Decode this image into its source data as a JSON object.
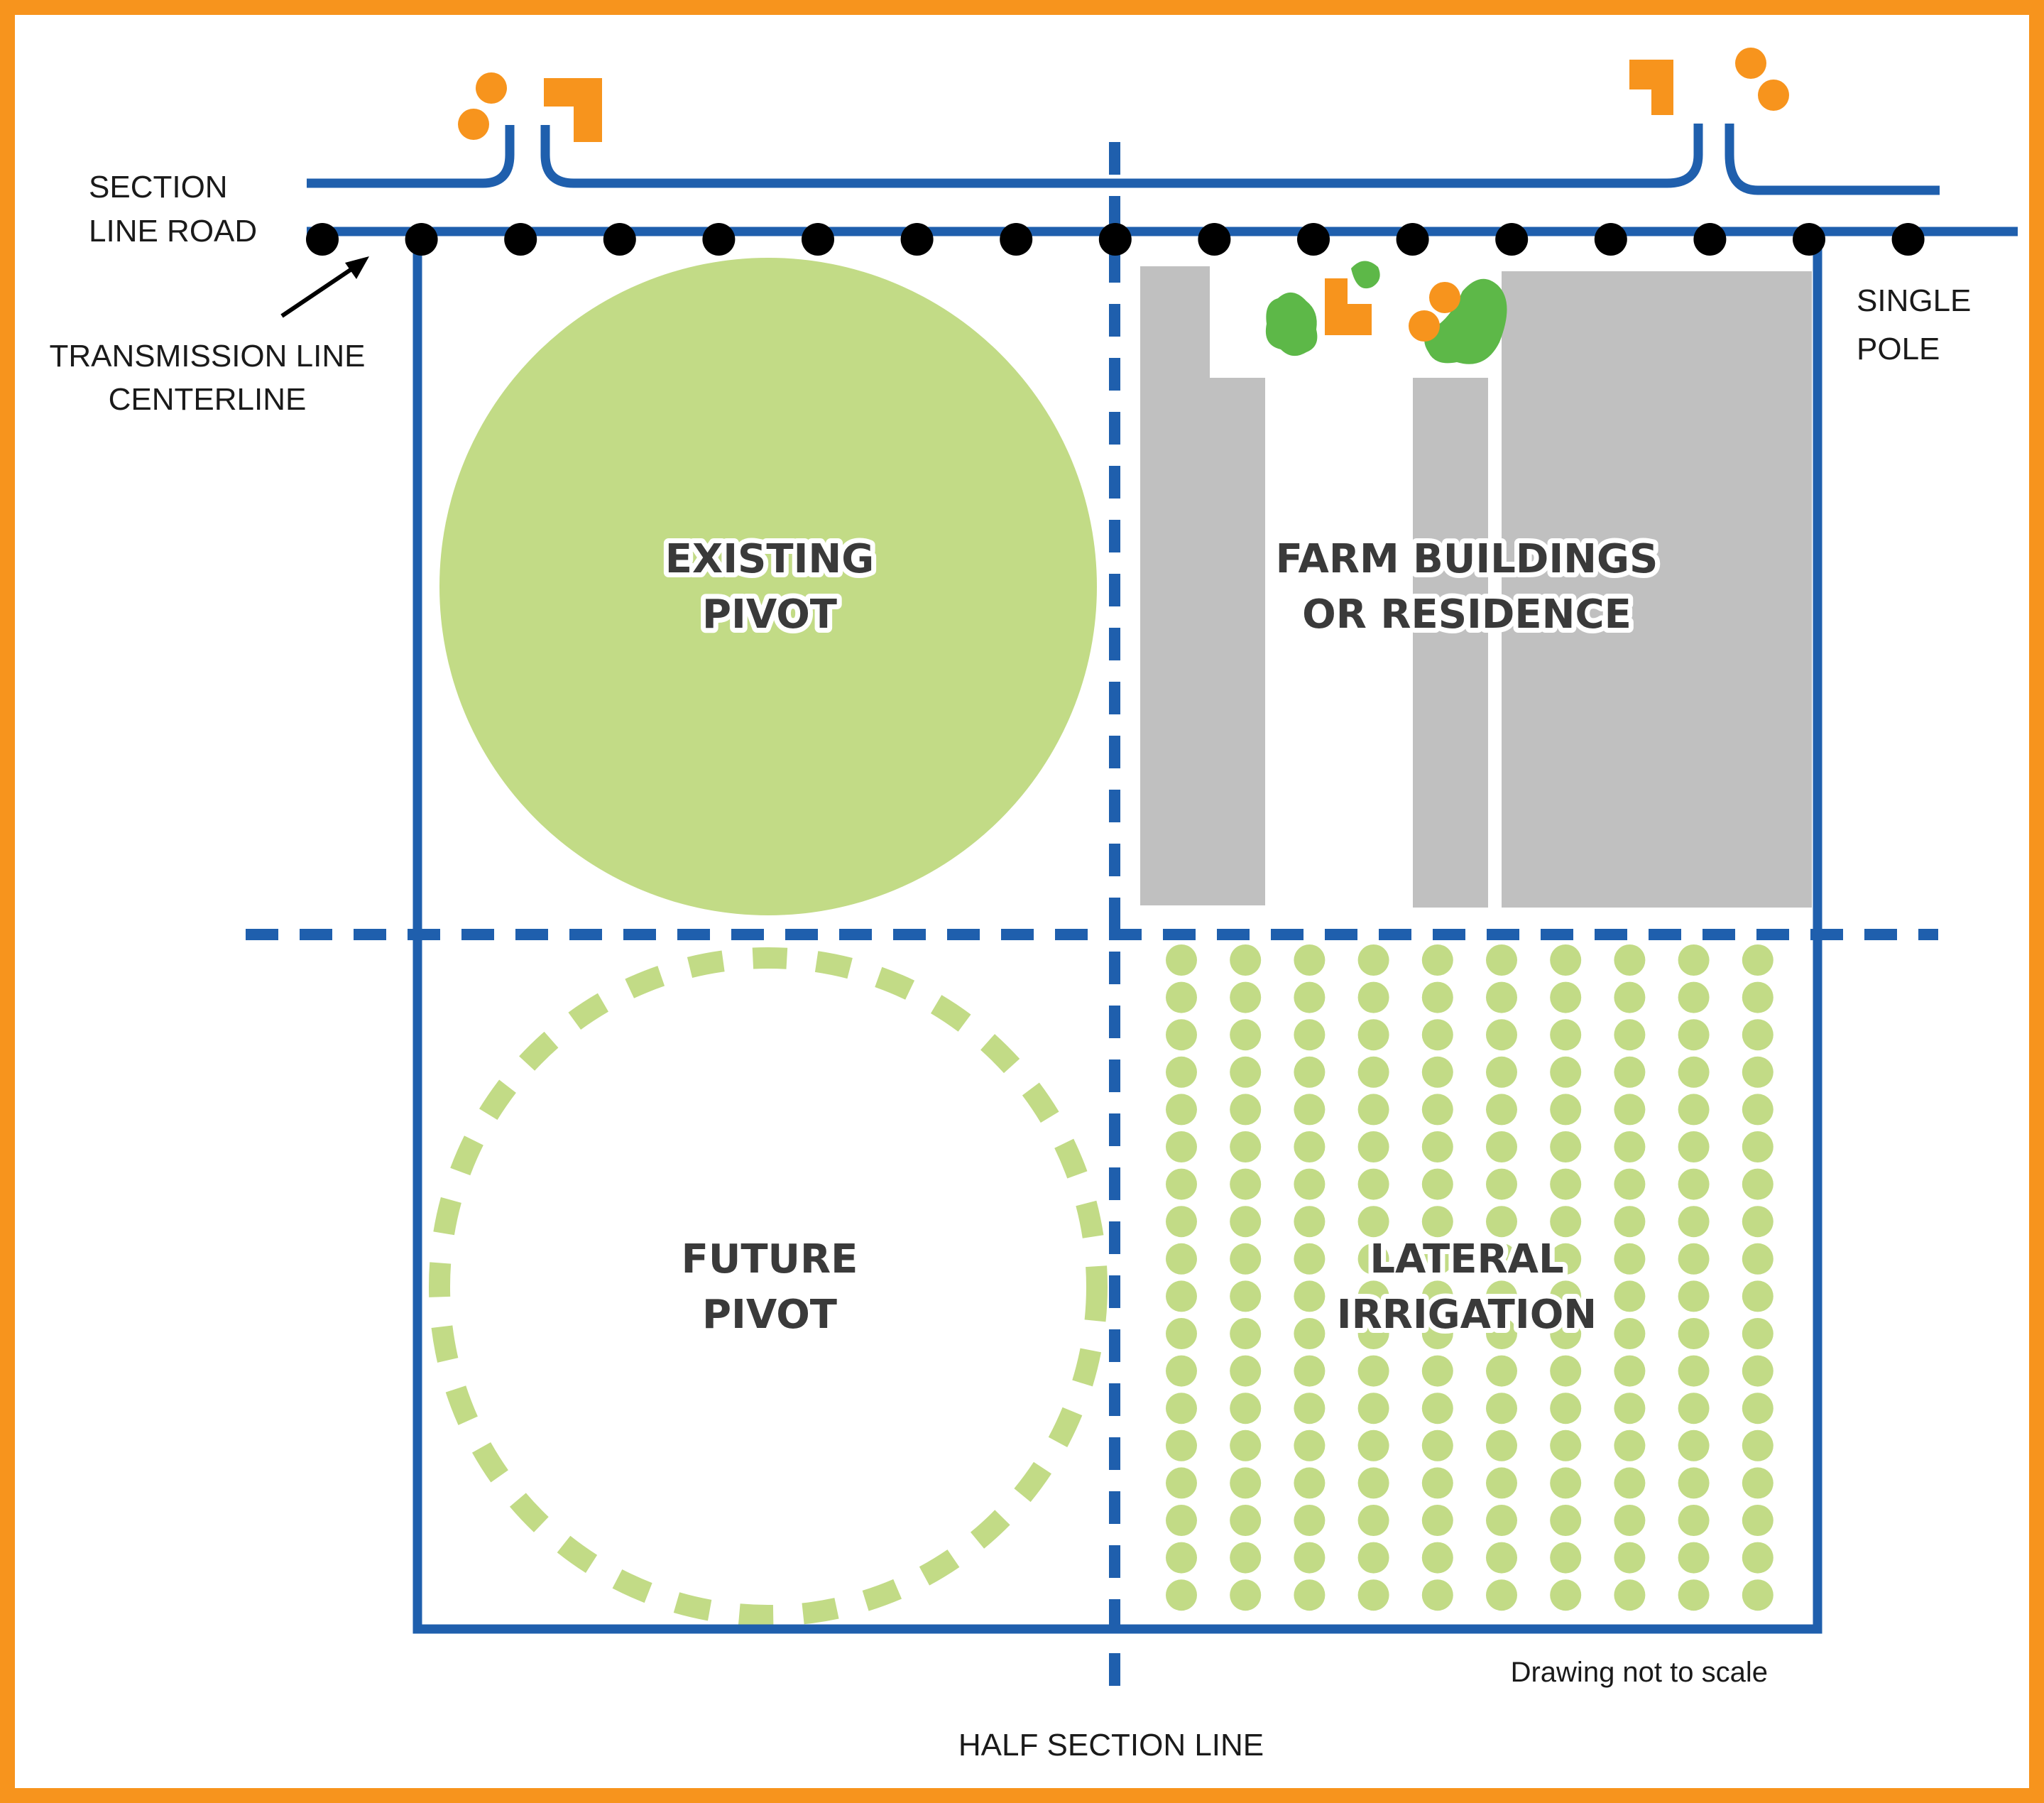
{
  "labels": {
    "section_line_road": [
      "SECTION",
      "LINE ROAD"
    ],
    "transmission_line_centerline": [
      "TRANSMISSION LINE",
      "CENTERLINE"
    ],
    "single_pole": [
      "SINGLE",
      "POLE"
    ],
    "existing_pivot": [
      "EXISTING",
      "PIVOT"
    ],
    "farm_buildings": [
      "FARM BUILDINGS",
      "OR RESIDENCE"
    ],
    "future_pivot": [
      "FUTURE",
      "PIVOT"
    ],
    "lateral_irrigation": [
      "LATERAL",
      "IRRIGATION"
    ],
    "note": "Drawing not to scale",
    "half_section_line": "HALF SECTION LINE"
  },
  "colors": {
    "frame_orange": "#F7941D",
    "line_blue": "#1F5FAD",
    "pivot_green": "#C2DB86",
    "tree_green": "#5DB848",
    "building_gray": "#C0C0C0",
    "pole_black": "#000000"
  },
  "icons": {
    "pole": "black-dot",
    "house": "orange-l-shape",
    "tree": "orange-circle"
  }
}
